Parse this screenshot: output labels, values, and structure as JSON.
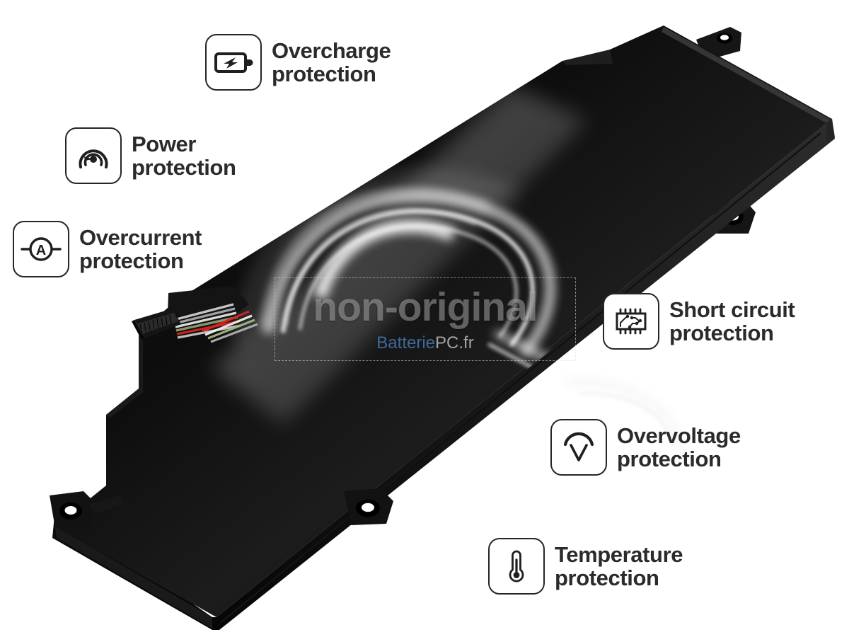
{
  "page": {
    "title": "Battery protection features infographic",
    "background_color": "#ffffff",
    "label_color": "#2b2b2b"
  },
  "watermark": {
    "main_text": "non-original",
    "brand_blue": "Batterie",
    "brand_gray": "PC.fr",
    "blue_hex": "#4678af",
    "gray_hex": "#c3c6c8"
  },
  "product": {
    "name": "laptop-battery-pack",
    "body_color": "#121212",
    "accent_color": "#2a2a2a",
    "connector": {
      "name": "ribbon-cable-connector",
      "wire_colors": [
        "#d6241f",
        "#e8e8e8",
        "#9fb77f",
        "#8d8d8d",
        "#cfcfcf",
        "#b8b8b8"
      ]
    },
    "mounting_tabs": 4
  },
  "callouts": [
    {
      "id": "overcharge",
      "icon": "battery-bolt-icon",
      "label": "Overcharge\nprotection"
    },
    {
      "id": "power",
      "icon": "gauge-icon",
      "label": "Power\nprotection"
    },
    {
      "id": "overcurrent",
      "icon": "ammeter-icon",
      "label": "Overcurrent\nprotection"
    },
    {
      "id": "short-circuit",
      "icon": "chip-icon",
      "label": "Short circuit\nprotection"
    },
    {
      "id": "overvoltage",
      "icon": "voltage-arc-icon",
      "label": "Overvoltage\nprotection"
    },
    {
      "id": "temperature",
      "icon": "thermometer-icon",
      "label": "Temperature\nprotection"
    }
  ]
}
